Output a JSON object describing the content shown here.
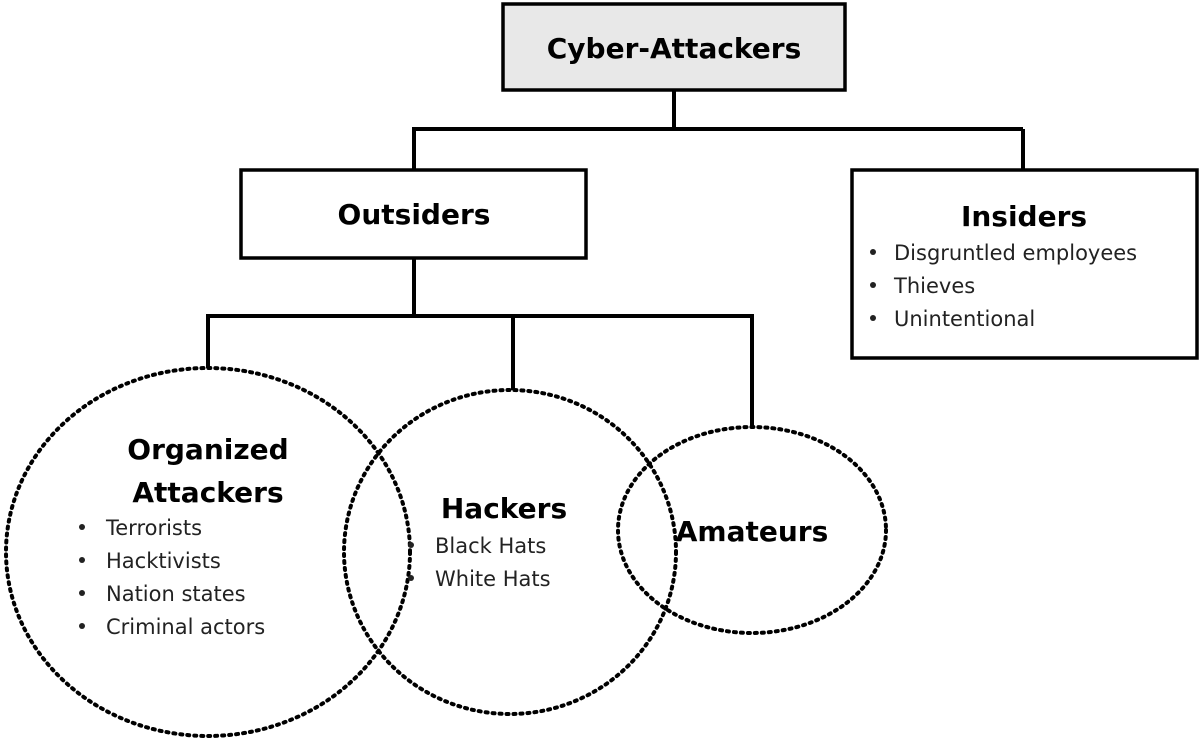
{
  "diagram": {
    "root": {
      "title": "Cyber-Attackers"
    },
    "outsiders": {
      "title": "Outsiders"
    },
    "insiders": {
      "title": "Insiders",
      "items": [
        "Disgruntled employees",
        "Thieves",
        "Unintentional"
      ]
    },
    "organized": {
      "title_line1": "Organized",
      "title_line2": "Attackers",
      "items": [
        "Terrorists",
        "Hacktivists",
        "Nation states",
        "Criminal actors"
      ]
    },
    "hackers": {
      "title": "Hackers",
      "items": [
        "Black Hats",
        "White Hats"
      ]
    },
    "amateurs": {
      "title": "Amateurs"
    },
    "colors": {
      "root_fill": "#e8e8e8",
      "box_fill": "#ffffff",
      "stroke": "#000000"
    }
  }
}
